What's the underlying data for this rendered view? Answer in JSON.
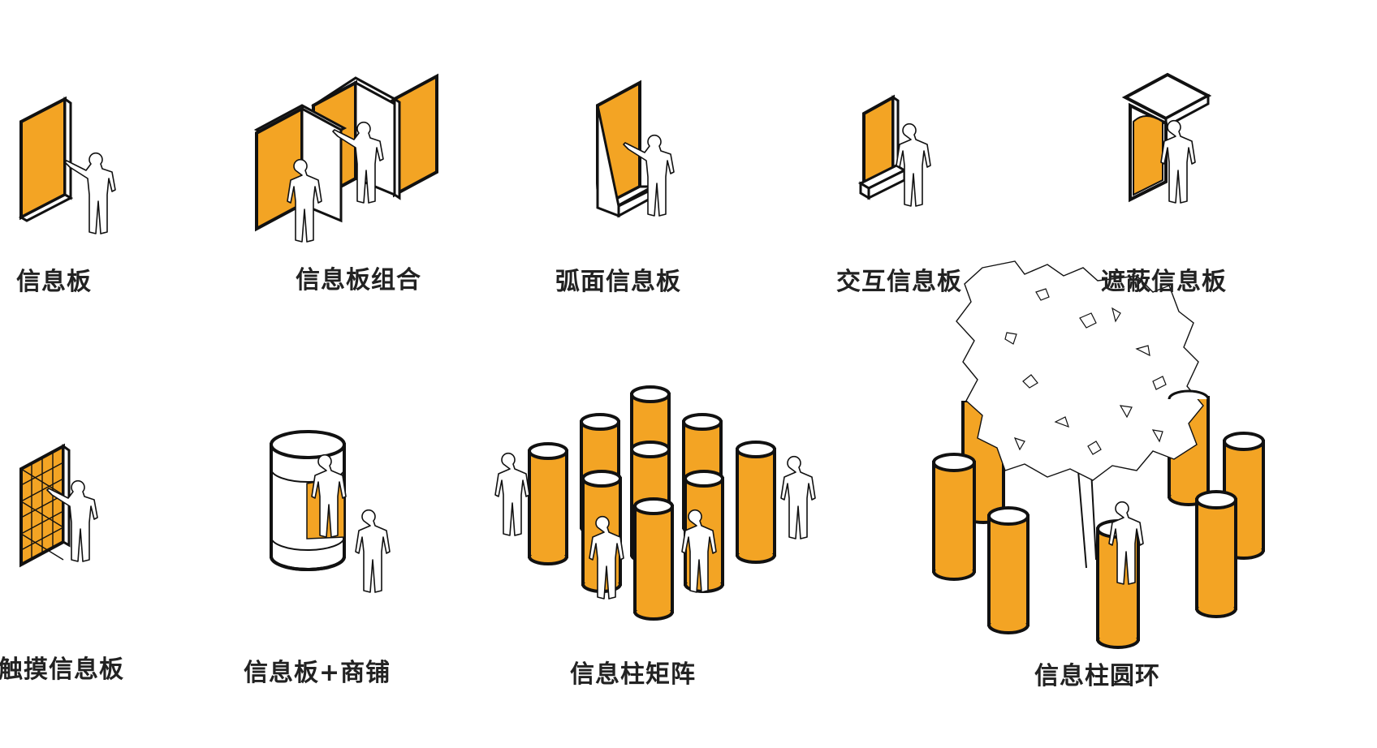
{
  "colors": {
    "accent": "#f3a424",
    "stroke": "#111111",
    "background": "#ffffff"
  },
  "items": [
    {
      "label": "信息板"
    },
    {
      "label": "信息板组合"
    },
    {
      "label": "弧面信息板"
    },
    {
      "label": "交互信息板"
    },
    {
      "label": "遮蔽信息板"
    },
    {
      "label": "触摸信息板"
    },
    {
      "label": "信息板+商铺"
    },
    {
      "label": "信息柱矩阵"
    },
    {
      "label": "信息柱圆环"
    }
  ]
}
